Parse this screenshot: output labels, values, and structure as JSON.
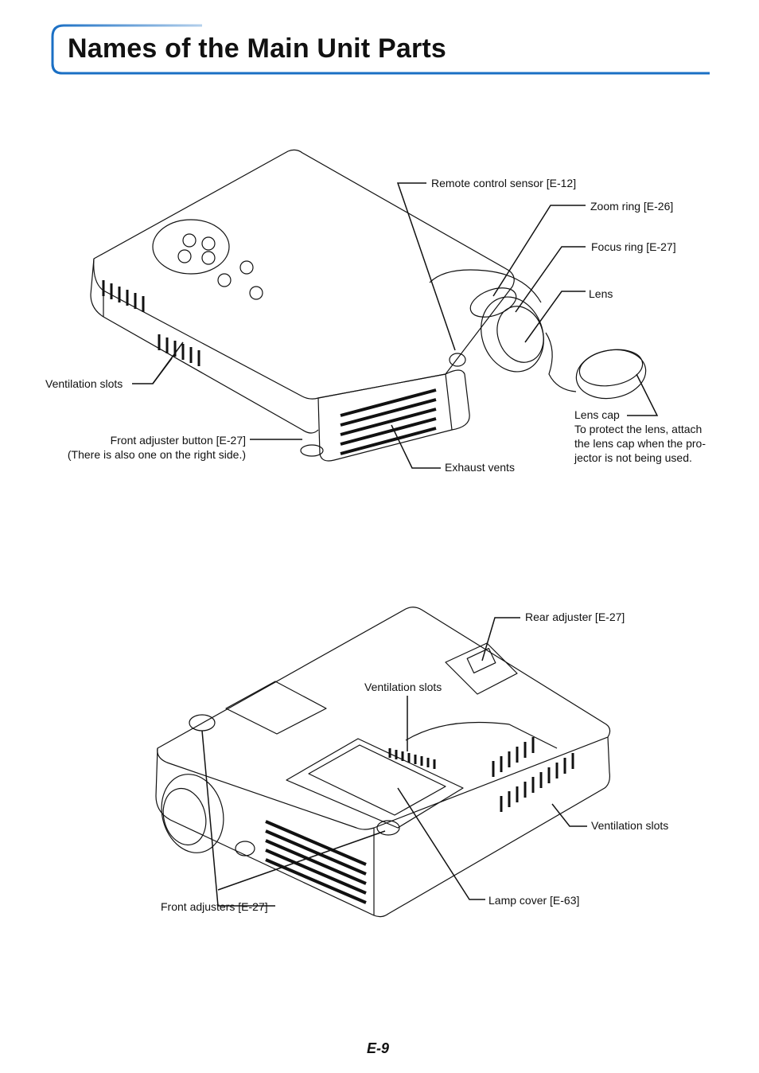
{
  "title": "Names of the Main Unit Parts",
  "page_number": "E-9",
  "colors": {
    "accent": "#1a6fc4",
    "line": "#111111"
  },
  "top_view": {
    "labels": {
      "remote_sensor": "Remote control sensor [E-12]",
      "zoom_ring": "Zoom ring [E-26]",
      "focus_ring": "Focus ring [E-27]",
      "lens": "Lens",
      "ventilation_slots": "Ventilation slots",
      "front_adjuster_button": "Front adjuster button [E-27]",
      "front_adjuster_note": "(There is also one on the right side.)",
      "exhaust_vents": "Exhaust vents",
      "lens_cap": "Lens cap",
      "lens_cap_note_1": "To protect the lens, attach",
      "lens_cap_note_2": "the lens cap when the pro-",
      "lens_cap_note_3": "jector is not being used."
    }
  },
  "bottom_view": {
    "labels": {
      "rear_adjuster": "Rear adjuster [E-27]",
      "ventilation_slots_top": "Ventilation slots",
      "ventilation_slots_side": "Ventilation slots",
      "lamp_cover": "Lamp cover [E-63]",
      "front_adjusters": "Front adjusters [E-27]"
    }
  }
}
